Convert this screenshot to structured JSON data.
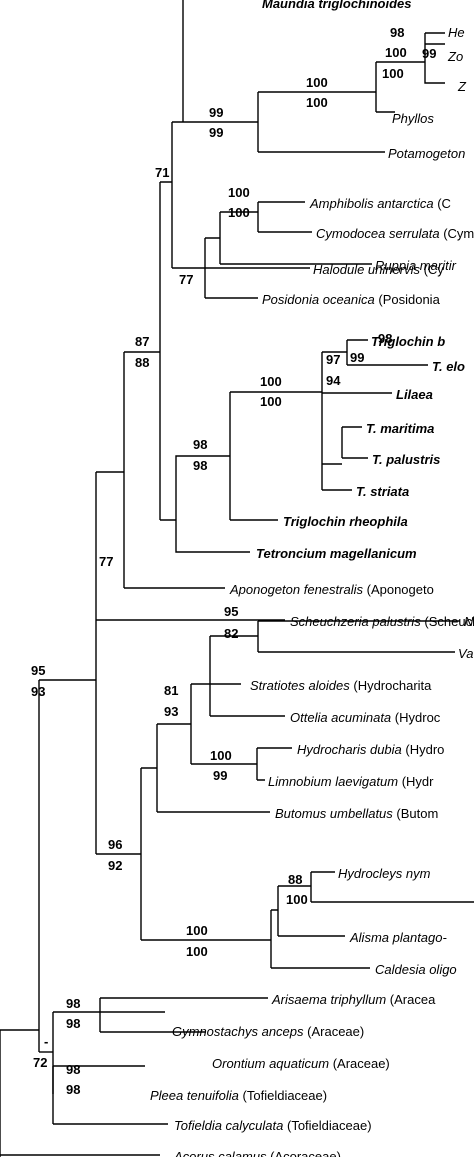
{
  "taxa": [
    {
      "id": "maundia",
      "name": "Maundia triglochinoides",
      "family": "",
      "bold": true
    },
    {
      "id": "he",
      "name": "He",
      "family": "",
      "bold": false
    },
    {
      "id": "zo",
      "name": "Zo",
      "family": "",
      "bold": false
    },
    {
      "id": "z",
      "name": "Z",
      "family": "",
      "bold": false
    },
    {
      "id": "phyllos",
      "name": "Phyllos",
      "family": "",
      "bold": false
    },
    {
      "id": "potamogeton",
      "name": "Potamogeton",
      "family": "",
      "bold": false
    },
    {
      "id": "amphibolis",
      "name": "Amphibolis antarctica",
      "family": "(C",
      "bold": false
    },
    {
      "id": "cymodocea",
      "name": "Cymodocea serrulata",
      "family": "(Cym",
      "bold": false
    },
    {
      "id": "ruppia",
      "name": "Ruppia maritir",
      "family": "",
      "bold": false
    },
    {
      "id": "halodule",
      "name": "Halodule uninervis",
      "family": "(Cy",
      "bold": false
    },
    {
      "id": "posidonia",
      "name": "Posidonia oceanica",
      "family": "(Posidonia",
      "bold": false
    },
    {
      "id": "triglochin-b",
      "name": "Triglochin b",
      "family": "",
      "bold": true
    },
    {
      "id": "t-elo",
      "name": "T. elo",
      "family": "",
      "bold": true
    },
    {
      "id": "lilaea",
      "name": "Lilaea",
      "family": "",
      "bold": true
    },
    {
      "id": "t-maritima",
      "name": "T. maritima",
      "family": "",
      "bold": true
    },
    {
      "id": "t-palustris",
      "name": "T. palustris",
      "family": "",
      "bold": true
    },
    {
      "id": "t-striata",
      "name": "T. striata",
      "family": "",
      "bold": true
    },
    {
      "id": "t-rheophila",
      "name": "Triglochin rheophila",
      "family": "",
      "bold": true
    },
    {
      "id": "tetroncium",
      "name": "Tetroncium magellanicum",
      "family": "",
      "bold": true
    },
    {
      "id": "aponogeton",
      "name": "Aponogeton fenestralis",
      "family": "(Aponogeto",
      "bold": false
    },
    {
      "id": "scheuchzeria",
      "name": "Scheuchzeria palustris",
      "family": "(Scheuchzer",
      "bold": false
    },
    {
      "id": "n",
      "name": "N",
      "family": "",
      "bold": false
    },
    {
      "id": "va",
      "name": "Va",
      "family": "",
      "bold": false
    },
    {
      "id": "stratiotes",
      "name": "Stratiotes aloides",
      "family": "(Hydrocharita",
      "bold": false
    },
    {
      "id": "ottelia",
      "name": "Ottelia acuminata",
      "family": "(Hydroc",
      "bold": false
    },
    {
      "id": "hydrocharis",
      "name": "Hydrocharis dubia",
      "family": "(Hydro",
      "bold": false
    },
    {
      "id": "limnobium",
      "name": "Limnobium laevigatum",
      "family": "(Hydr",
      "bold": false
    },
    {
      "id": "butomus",
      "name": "Butomus umbellatus",
      "family": "(Butom",
      "bold": false
    },
    {
      "id": "hydrocleys",
      "name": "Hydrocleys nym",
      "family": "",
      "bold": false
    },
    {
      "id": "alisma",
      "name": "Alisma plantago-",
      "family": "",
      "bold": false
    },
    {
      "id": "caldesia",
      "name": "Caldesia oligo",
      "family": "",
      "bold": false
    },
    {
      "id": "arisaema",
      "name": "Arisaema triphyllum",
      "family": "(Aracea",
      "bold": false
    },
    {
      "id": "gymnostachys",
      "name": "Gymnostachys anceps",
      "family": "(Araceae)",
      "bold": false
    },
    {
      "id": "orontium",
      "name": "Orontium aquaticum",
      "family": "(Araceae)",
      "bold": false
    },
    {
      "id": "pleea",
      "name": "Pleea tenuifolia",
      "family": "(Tofieldiaceae)",
      "bold": false
    },
    {
      "id": "tofieldia",
      "name": "Tofieldia calyculata",
      "family": "(Tofieldiaceae)",
      "bold": false
    },
    {
      "id": "acorus",
      "name": "Acorus calamus",
      "family": "(Acoraceae)",
      "bold": false
    }
  ],
  "support": [
    {
      "id": "s-he-zo",
      "upper": "98",
      "lower": "99"
    },
    {
      "id": "s-zos",
      "upper": "100",
      "lower": "100"
    },
    {
      "id": "s-phyllos",
      "upper": "100",
      "lower": "100"
    },
    {
      "id": "s-potam",
      "upper": "99",
      "lower": "99"
    },
    {
      "id": "s-cymod",
      "upper": "100",
      "lower": "100"
    },
    {
      "id": "s-cym-group",
      "upper": "",
      "lower": "77"
    },
    {
      "id": "s-71",
      "upper": "71",
      "lower": ""
    },
    {
      "id": "s-trig-b",
      "upper": "98",
      "lower": "99"
    },
    {
      "id": "s-lilaea",
      "upper": "97",
      "lower": "94"
    },
    {
      "id": "s-trig-core",
      "upper": "100",
      "lower": "100"
    },
    {
      "id": "s-rheophila",
      "upper": "98",
      "lower": "98"
    },
    {
      "id": "s-87",
      "upper": "87",
      "lower": "88"
    },
    {
      "id": "s-77",
      "upper": "77",
      "lower": ""
    },
    {
      "id": "s-n-va",
      "upper": "95",
      "lower": "82"
    },
    {
      "id": "s-hydrochar",
      "upper": "81",
      "lower": "93"
    },
    {
      "id": "s-hydrocharis",
      "upper": "100",
      "lower": "99"
    },
    {
      "id": "s-hydrocleys",
      "upper": "88",
      "lower": "100"
    },
    {
      "id": "s-alismat",
      "upper": "100",
      "lower": "100"
    },
    {
      "id": "s-96",
      "upper": "96",
      "lower": "92"
    },
    {
      "id": "s-95",
      "upper": "95",
      "lower": "93"
    },
    {
      "id": "s-araceae",
      "upper": "98",
      "lower": "98"
    },
    {
      "id": "s-tofield",
      "upper": "98",
      "lower": "98"
    },
    {
      "id": "s-dash",
      "upper": "-",
      "lower": "72"
    }
  ]
}
